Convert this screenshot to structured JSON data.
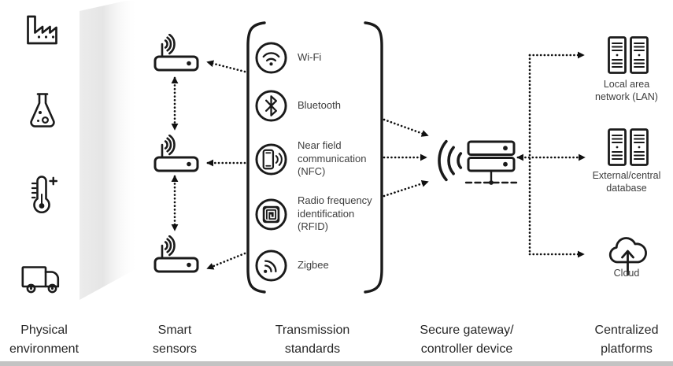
{
  "colors": {
    "icon_stroke": "#1a1a1a",
    "text": "#3d3d3d",
    "column_text": "#262626",
    "band_gray": "#e9e9e9",
    "background": "#ffffff",
    "bottom_edge": "#c3c3c3"
  },
  "physical_environment": {
    "icons": [
      "factory-icon",
      "flask-icon",
      "thermometer-icon",
      "truck-icon"
    ]
  },
  "smart_sensors": {
    "icon": "wireless-sensor-icon",
    "count": "3"
  },
  "transmission_standards": {
    "items": [
      {
        "icon": "wifi-icon",
        "label": "Wi-Fi"
      },
      {
        "icon": "bluetooth-icon",
        "label": "Bluetooth"
      },
      {
        "icon": "nfc-icon",
        "label": "Near field\ncommunication\n(NFC)"
      },
      {
        "icon": "rfid-icon",
        "label": "Radio frequency\nidentification\n(RFID)"
      },
      {
        "icon": "zigbee-icon",
        "label": "Zigbee"
      }
    ]
  },
  "secure_gateway": {
    "icon": "gateway-server-icon"
  },
  "centralized_platforms": {
    "items": [
      {
        "icon": "server-rack-icon",
        "label": "Local area\nnetwork (LAN)"
      },
      {
        "icon": "server-rack-icon",
        "label": "External/central\ndatabase"
      },
      {
        "icon": "cloud-icon",
        "label": "Cloud"
      }
    ]
  },
  "column_labels": [
    {
      "label": "Physical\nenvironment"
    },
    {
      "label": "Smart\nsensors"
    },
    {
      "label": "Transmission\nstandards"
    },
    {
      "label": "Secure gateway/\ncontroller device"
    },
    {
      "label": "Centralized\nplatforms"
    }
  ]
}
